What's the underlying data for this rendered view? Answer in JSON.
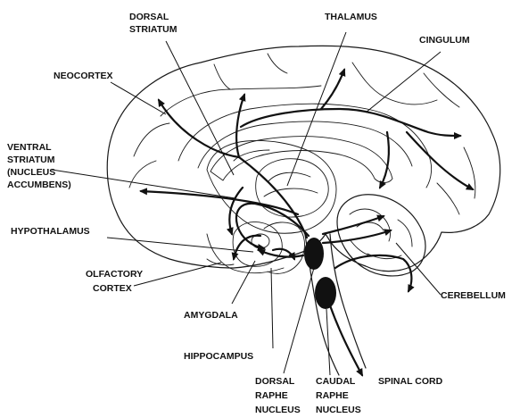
{
  "labels": {
    "dorsal_striatum": [
      "DORSAL",
      "STRIATUM"
    ],
    "thalamus": [
      "THALAMUS"
    ],
    "cingulum": [
      "CINGULUM"
    ],
    "neocortex": [
      "NEOCORTEX"
    ],
    "ventral_striatum": [
      "VENTRAL",
      "STRIATUM",
      "(NUCLEUS",
      "ACCUMBENS)"
    ],
    "hypothalamus": [
      "HYPOTHALAMUS"
    ],
    "olfactory_cortex": [
      "OLFACTORY",
      "CORTEX"
    ],
    "amygdala": [
      "AMYGDALA"
    ],
    "hippocampus": [
      "HIPPOCAMPUS"
    ],
    "cerebellum": [
      "CEREBELLUM"
    ],
    "spinal_cord": [
      "SPINAL CORD"
    ],
    "dorsal_raphe_nucleus": [
      "DORSAL",
      "RAPHE",
      "NUCLEUS"
    ],
    "caudal_raphe_nucleus": [
      "CAUDAL",
      "RAPHE",
      "NUCLEUS"
    ]
  }
}
